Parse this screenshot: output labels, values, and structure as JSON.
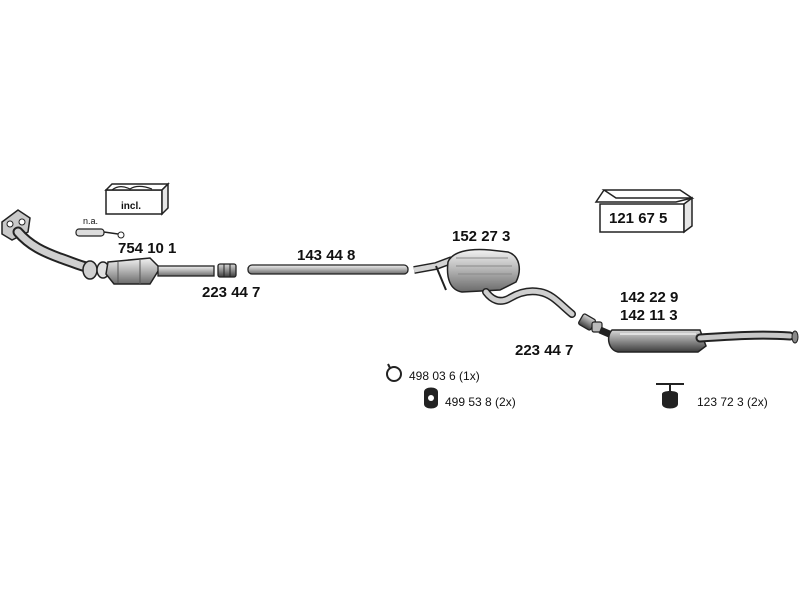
{
  "parts": {
    "downpipe_note": "n.a.",
    "kit_label": "incl.",
    "catalyst": "754 10 1",
    "clamp_front": "223 44 7",
    "mid_pipe": "143 44 8",
    "center_silencer": "152 27 3",
    "clamp_rear": "223 44 7",
    "rear_silencer_a": "142 22 9",
    "rear_silencer_b": "142 11 3",
    "mounting_kit": "121 67 5",
    "rubber_ring": "498 03 6 (1x)",
    "rubber_mount": "499 53 8 (2x)",
    "hanger": "123 72 3 (2x)"
  }
}
